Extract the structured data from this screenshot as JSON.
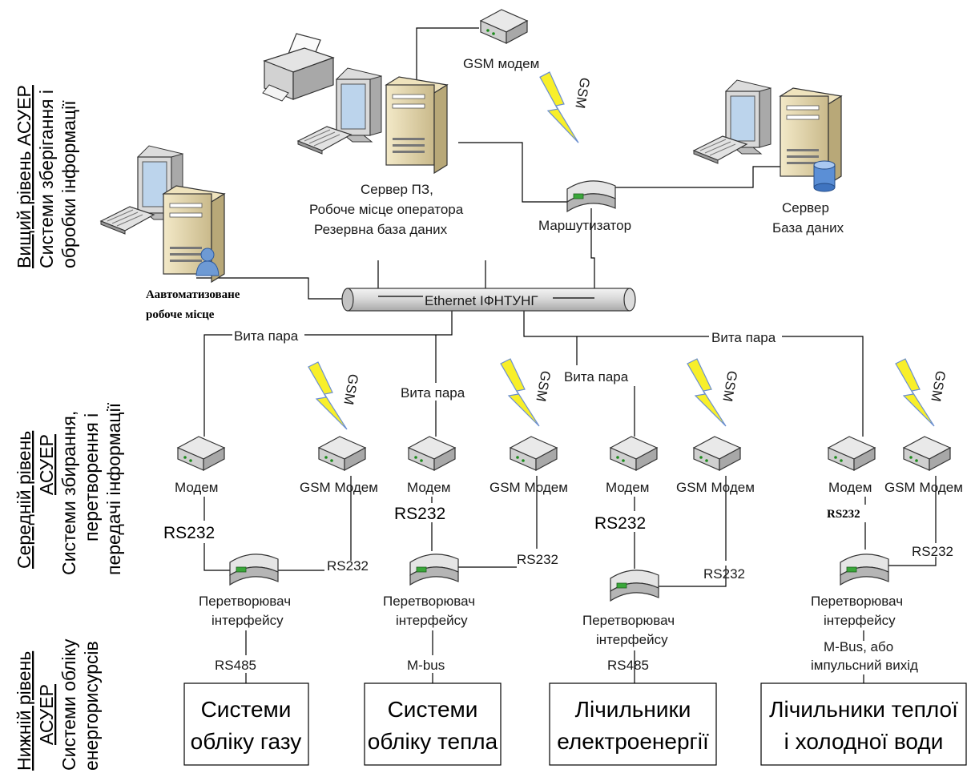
{
  "levels": {
    "top": {
      "title": "Вищий рівень АСУЕР",
      "sub1": "Системи зберігання і",
      "sub2": "обробки інформації"
    },
    "mid": {
      "title1": "Середній рівень",
      "title2": "АСУЕР",
      "sub1": "Системи збирання,",
      "sub2": "перетворення і",
      "sub3": "передачі інформації"
    },
    "low": {
      "title1": "Нижній рівень",
      "title2": "АСУЕР",
      "sub1": "Системи обліку",
      "sub2": "енергорисурсів"
    }
  },
  "top_nodes": {
    "gsm_modem_label": "GSM модем",
    "gsm": "GSM",
    "server_pz": [
      "Сервер ПЗ,",
      "Робоче місце оператора",
      "Резервна база даних"
    ],
    "router": "Маршутизатор",
    "server_db": [
      "Сервер",
      "База даних"
    ],
    "workstation": [
      "Аавтоматизоване",
      "робоче місце"
    ],
    "ethernet": "Ethernet ІФНТУНГ"
  },
  "mid_nodes": {
    "twisted_pair": "Вита пара",
    "modem": "Модем",
    "gsm_modem": "GSM Модем",
    "rs232": "RS232",
    "converter": [
      "Перетворювач",
      "інтерфейсу"
    ]
  },
  "bottom": {
    "bus1": "RS485",
    "bus2": "M-bus",
    "bus3": "RS485",
    "bus4": [
      "M-Bus, або",
      "імпульсний вихід"
    ],
    "box1": [
      "Системи",
      "обліку газу"
    ],
    "box2": [
      "Системи",
      "обліку тепла"
    ],
    "box3": [
      "Лічильники",
      "електроенергії"
    ],
    "box4": [
      "Лічильники теплої",
      "і холодної води"
    ]
  }
}
